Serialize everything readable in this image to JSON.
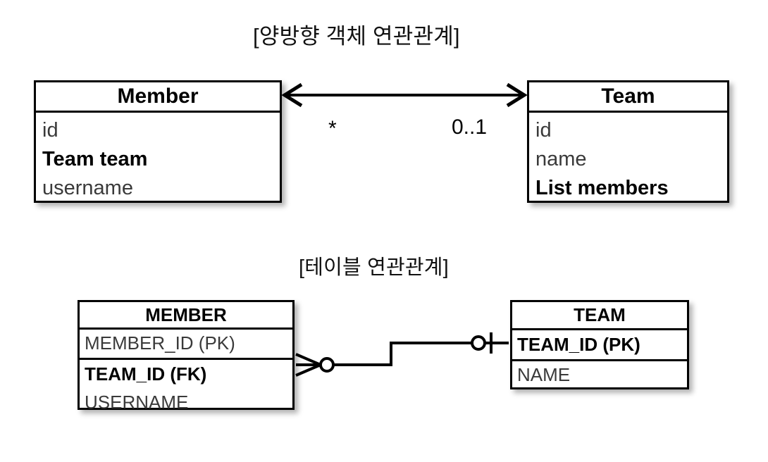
{
  "page": {
    "background": "#ffffff",
    "stroke_color": "#000000",
    "field_text_color": "#3a3a3a"
  },
  "object_diagram": {
    "title": "[양방향 객체 연관관계]",
    "left_class": {
      "name": "Member",
      "fields": [
        {
          "text": "id",
          "bold": false
        },
        {
          "text": "Team team",
          "bold": true
        },
        {
          "text": "username",
          "bold": false
        }
      ]
    },
    "right_class": {
      "name": "Team",
      "fields": [
        {
          "text": "id",
          "bold": false
        },
        {
          "text": "name",
          "bold": false
        },
        {
          "text": "List members",
          "bold": true
        }
      ]
    },
    "association": {
      "left_multiplicity": "*",
      "right_multiplicity": "0..1",
      "arrow_style": "bidirectional-open-arrow"
    }
  },
  "table_diagram": {
    "title": "[테이블 연관관계]",
    "left_table": {
      "name": "MEMBER",
      "columns": [
        {
          "text": "MEMBER_ID (PK)",
          "bold": false,
          "separator_below": true
        },
        {
          "text": "TEAM_ID (FK)",
          "bold": true,
          "separator_below": false
        },
        {
          "text": "USERNAME",
          "bold": false,
          "separator_below": false
        }
      ]
    },
    "right_table": {
      "name": "TEAM",
      "columns": [
        {
          "text": "TEAM_ID (PK)",
          "bold": true,
          "separator_below": true
        },
        {
          "text": "NAME",
          "bold": false,
          "separator_below": false
        }
      ]
    },
    "relationship": {
      "left_cardinality": "zero-or-many-crowsfoot",
      "right_cardinality": "zero-or-one",
      "line_style": "orthogonal-step"
    }
  }
}
